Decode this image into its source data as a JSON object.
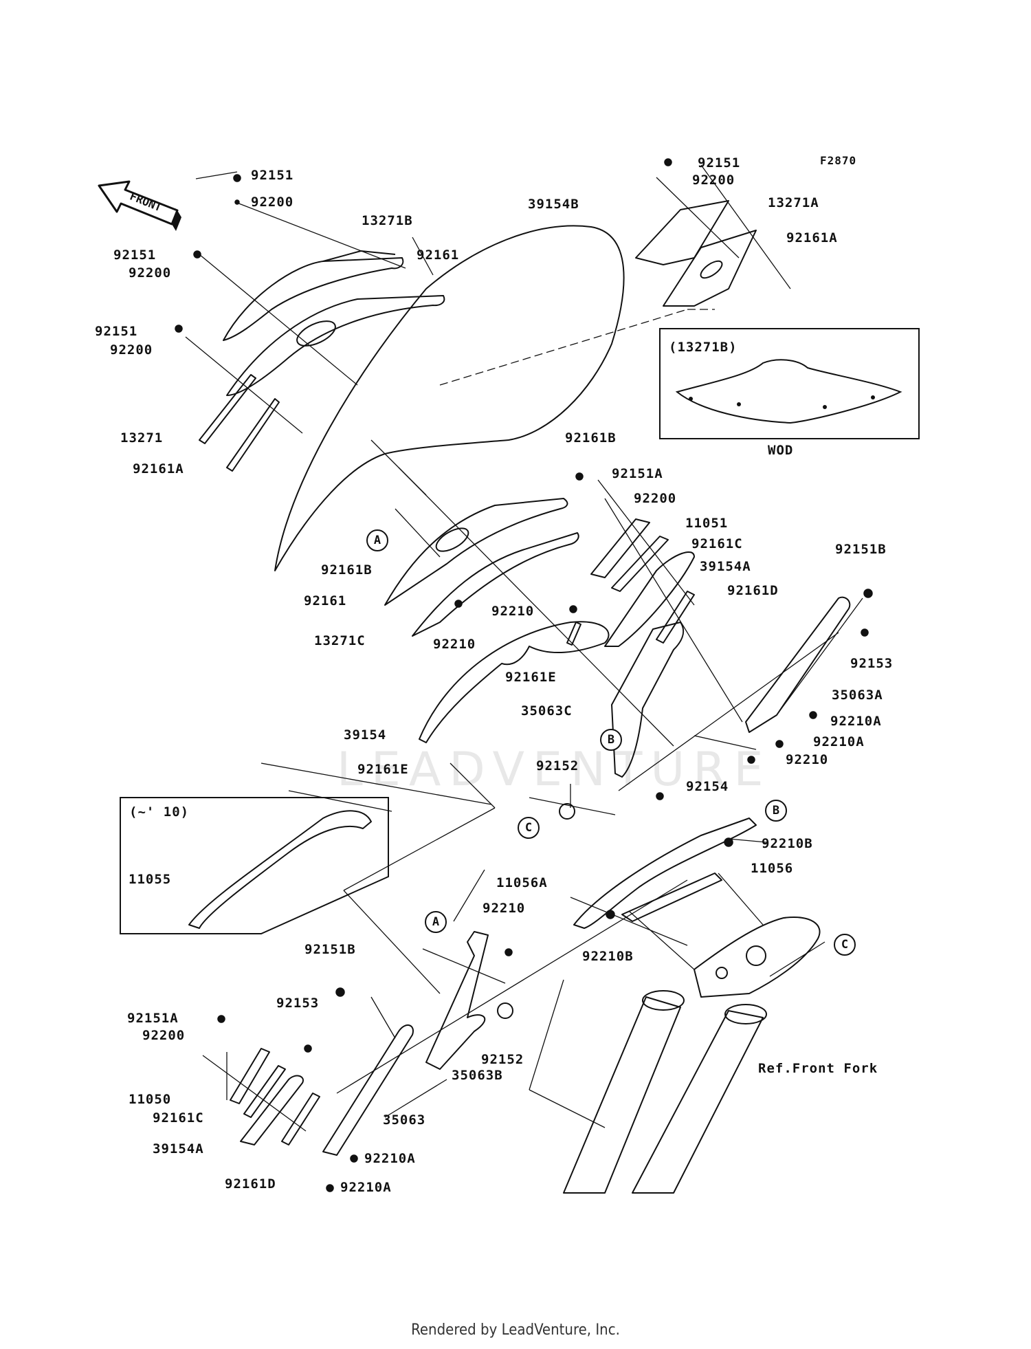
{
  "figure_code": "F2870",
  "front_arrow_label": "FRONT",
  "watermark_text": "LEADVENTURE",
  "inset_wod": {
    "title": "(13271B)",
    "caption": "WOD"
  },
  "inset_early": {
    "title": "(~' 10)"
  },
  "reference_label": "Ref.Front Fork",
  "footer": "Rendered by LeadVenture, Inc.",
  "callouts": {
    "A1": "A",
    "A2": "A",
    "B1": "B",
    "B2": "B",
    "C1": "C",
    "C2": "C"
  },
  "labels": {
    "p01": "92151",
    "p02": "92200",
    "p03": "13271B",
    "p04": "92161",
    "p05": "92151",
    "p06": "92200",
    "p07": "92151",
    "p08": "92200",
    "p09": "13271",
    "p10": "92161A",
    "p11": "92161B",
    "p12": "39154B",
    "p13": "92151",
    "p14": "92200",
    "p15": "13271A",
    "p16": "92161A",
    "p17": "92161B",
    "p18": "92151A",
    "p19": "92200",
    "p20": "11051",
    "p21": "92161C",
    "p22": "39154A",
    "p23": "92161D",
    "p24": "92151B",
    "p25": "92153",
    "p26": "35063A",
    "p27": "92210A",
    "p28": "92210A",
    "p29": "92210",
    "p30": "92161",
    "p31": "92210",
    "p32": "13271C",
    "p33": "92210",
    "p34": "92161E",
    "p35": "35063C",
    "p36": "39154",
    "p37": "92161E",
    "p38": "92152",
    "p39": "92154",
    "p40": "92210B",
    "p41": "11056",
    "p42": "11056A",
    "p43": "92210B",
    "p44": "11055",
    "p45": "92210",
    "p46": "92151B",
    "p47": "92153",
    "p48": "92151A",
    "p49": "92200",
    "p50": "11050",
    "p51": "92161C",
    "p52": "39154A",
    "p53": "92161D",
    "p54": "35063",
    "p55": "92210A",
    "p56": "92210A",
    "p57": "35063B",
    "p58": "92152"
  }
}
